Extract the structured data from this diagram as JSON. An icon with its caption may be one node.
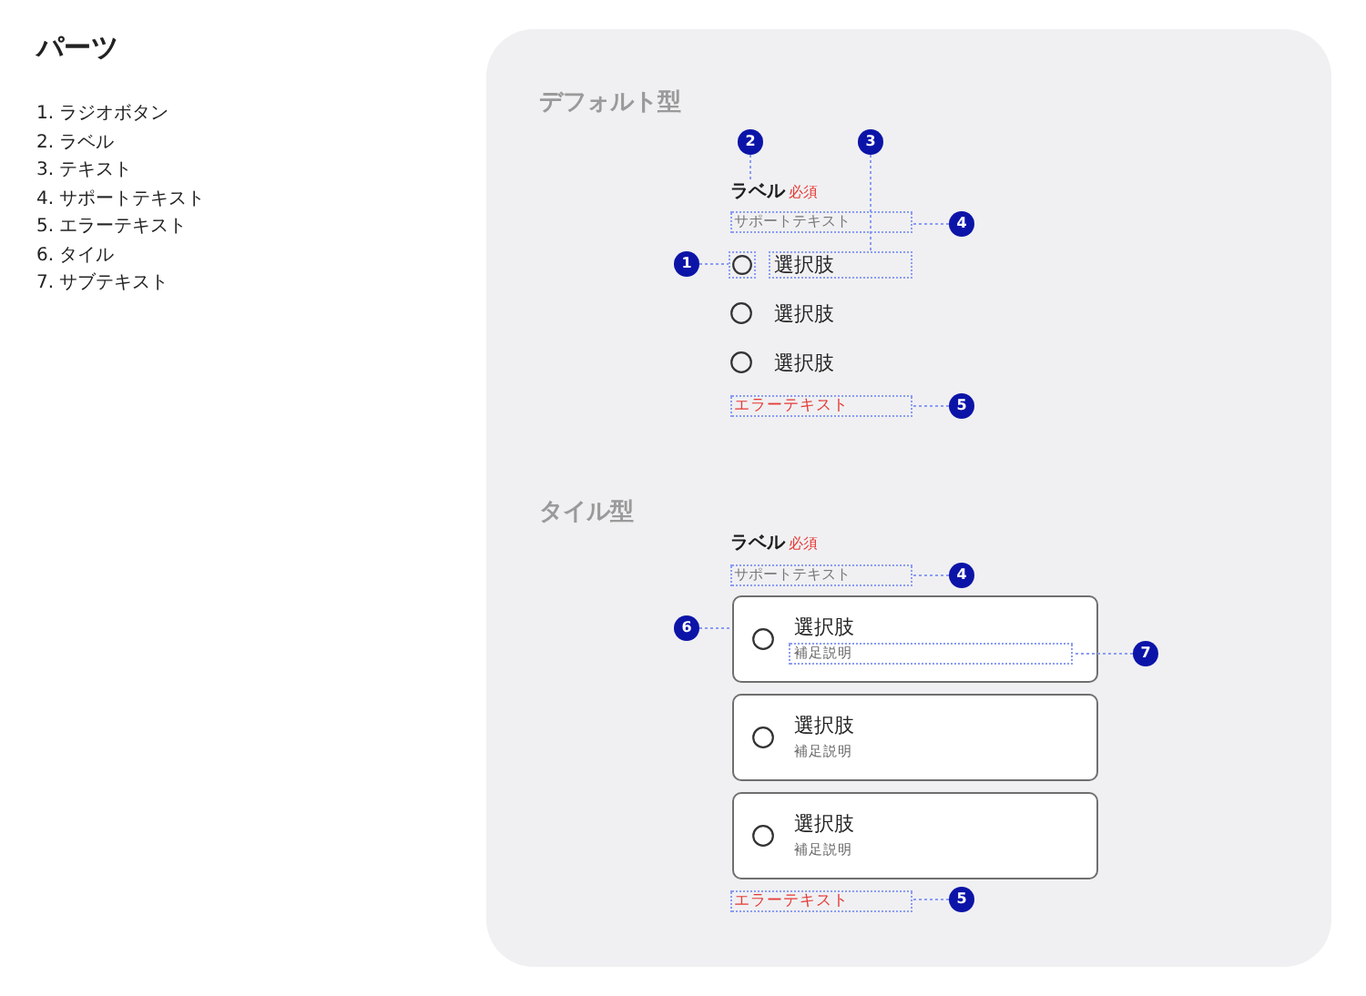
{
  "diagram": {
    "title": "パーツ",
    "nodes": [
      {
        "text": [
          "2"
        ]
      },
      {
        "text": [
          "3"
        ]
      },
      {
        "text": [
          "ラベル"
        ],
        "beside": [
          "必須"
        ]
      },
      {
        "text": [
          "4"
        ]
      },
      {
        "text": [
          "サポートテキスト"
        ]
      },
      {
        "text": [
          "1"
        ]
      },
      {
        "text": [],
        "shape": "circle"
      },
      {
        "text": [
          "選択肢"
        ]
      },
      {
        "text": [],
        "shape": "circle"
      },
      {
        "text": [
          "選択肢"
        ]
      },
      {
        "text": [],
        "shape": "circle"
      },
      {
        "text": [
          "選択肢"
        ]
      },
      {
        "text": [
          "エラーテキスト"
        ]
      },
      {
        "text": [
          "5"
        ]
      },
      {
        "text": [
          "ラベル"
        ],
        "beside": [
          "必須"
        ]
      },
      {
        "text": [
          "サポートテキスト"
        ]
      },
      {
        "text": [
          "4"
        ]
      },
      {
        "text": [
          "6"
        ]
      },
      {
        "text": [
          "選択肢"
        ]
      },
      {
        "text": [],
        "shape": "circle",
        "in": 18
      },
      {
        "text": [
          "補足説明"
        ],
        "in": 18
      },
      {
        "text": [
          "7"
        ]
      },
      {
        "text": [
          "選択肢"
        ]
      },
      {
        "text": [],
        "shape": "circle",
        "in": 22
      },
      {
        "text": [
          "補足説明"
        ],
        "in": 22
      },
      {
        "text": [
          "選択肢"
        ]
      },
      {
        "text": [],
        "shape": "circle",
        "in": 25
      },
      {
        "text": [
          "補足説明"
        ],
        "in": 25
      },
      {
        "text": [
          "エラーテキスト"
        ]
      },
      {
        "text": [
          "5"
        ]
      }
    ],
    "edges": [
      {
        "from": 0,
        "to": 2,
        "arrow": "none",
        "style": "dashed"
      },
      {
        "from": 1,
        "to": 7,
        "arrow": "none",
        "style": "dashed"
      },
      {
        "from": 3,
        "to": 4,
        "arrow": "none",
        "style": "dashed"
      },
      {
        "from": 5,
        "to": 6,
        "arrow": "none",
        "style": "dashed"
      },
      {
        "from": 13,
        "to": 12,
        "arrow": "none",
        "style": "dashed"
      },
      {
        "from": 16,
        "to": 15,
        "arrow": "none",
        "style": "dashed"
      },
      {
        "from": 17,
        "to": 18,
        "arrow": "none",
        "style": "dashed"
      },
      {
        "from": 21,
        "to": 20,
        "arrow": "none",
        "style": "dashed"
      },
      {
        "from": 29,
        "to": 28,
        "arrow": "none",
        "style": "dashed"
      }
    ],
    "labels": [
      "1. ラジオボタン",
      "2. ラベル",
      "3. テキスト",
      "4. サポートテキスト",
      "5. エラーテキスト",
      "6. タイル",
      "7. サブテキスト",
      "デフォルト型",
      "タイル型"
    ]
  }
}
